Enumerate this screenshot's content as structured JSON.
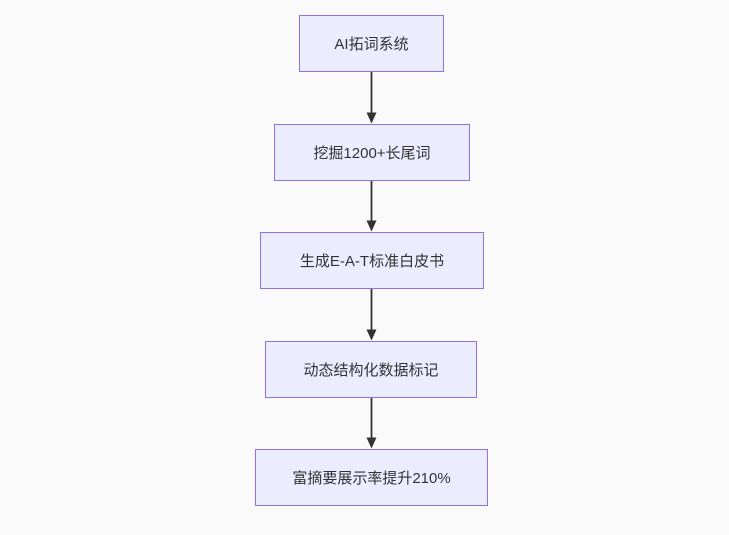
{
  "diagram": {
    "type": "flowchart",
    "direction": "top-down",
    "nodes": [
      {
        "id": "step-1",
        "label": "AI拓词系统"
      },
      {
        "id": "step-2",
        "label": "挖掘1200+长尾词"
      },
      {
        "id": "step-3",
        "label": "生成E-A-T标准白皮书"
      },
      {
        "id": "step-4",
        "label": "动态结构化数据标记"
      },
      {
        "id": "step-5",
        "label": "富摘要展示率提升210%"
      }
    ],
    "edges": [
      {
        "from": "step-1",
        "to": "step-2",
        "style": "arrow-down"
      },
      {
        "from": "step-2",
        "to": "step-3",
        "style": "arrow-down"
      },
      {
        "from": "step-3",
        "to": "step-4",
        "style": "arrow-down"
      },
      {
        "from": "step-4",
        "to": "step-5",
        "style": "arrow-down"
      }
    ],
    "colors": {
      "background": "#fafafa",
      "node_fill": "#ececff",
      "node_border": "#9370db",
      "text": "#333333",
      "arrow": "#333333"
    }
  }
}
